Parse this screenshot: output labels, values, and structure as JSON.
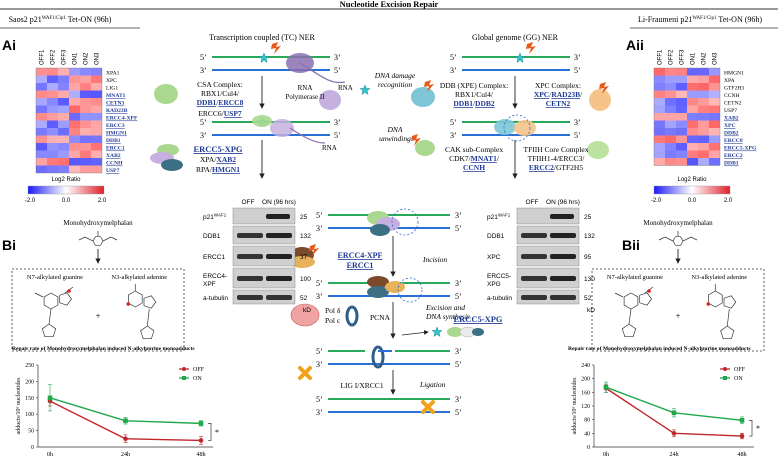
{
  "title": "Nucleotide Excision Repair",
  "left_header": {
    "main": "Saos2 p21",
    "sup": "WAF1/Cip1",
    "tail": " Tet-ON (96h)"
  },
  "right_header": {
    "main": "Li-Fraumeni p21",
    "sup": "WAF1/Cip1",
    "tail": " Tet-ON (96h)"
  },
  "panels": {
    "ai": "Ai",
    "aii": "Aii",
    "bi": "Bi",
    "bii": "Bii"
  },
  "heatmap_cols": [
    "OFF1",
    "OFF2",
    "OFF3",
    "ON1",
    "ON2",
    "ON3"
  ],
  "heatmap_left": {
    "genes": [
      "XPA1",
      "XPC",
      "LIG1",
      "MNAT1",
      "CETN3",
      "RAD23B",
      "ERCC4-XPF",
      "ERCC3",
      "HMGN1",
      "DDB1",
      "ERCC1",
      "XAB2",
      "CCNH",
      "USP7"
    ],
    "linked": [
      false,
      false,
      false,
      true,
      true,
      true,
      true,
      true,
      true,
      true,
      true,
      true,
      true,
      true
    ]
  },
  "heatmap_right": {
    "genes": [
      "HMGN1",
      "XPA",
      "GTF2H3",
      "CCNH",
      "CETN2",
      "USP7",
      "XAB2",
      "XPC",
      "DDB2",
      "ERCC8",
      "ERCC5-XPG",
      "ERCC2",
      "DDB1"
    ],
    "linked": [
      false,
      false,
      false,
      false,
      false,
      false,
      true,
      true,
      true,
      true,
      true,
      true,
      true
    ]
  },
  "colorbar": {
    "ticks": [
      "-2.0",
      "0.0",
      "2.0"
    ],
    "label": "Log2 Ratio",
    "low": "#1a1aff",
    "mid": "#ffffff",
    "high": "#e0202a"
  },
  "tc_ner": {
    "title": "Transcription coupled (TC) NER",
    "rna": "RNA",
    "rna2": "RNA",
    "pol": [
      "RNA",
      "Polymerase II"
    ],
    "csa": [
      "CSA Complex:",
      "RBX1/Cul4/",
      "DDB1",
      "/",
      "ERCC8"
    ],
    "erc6": [
      "ERCC6/",
      "USP7"
    ],
    "xpg": [
      "ERCC5-XPG",
      "XPA/",
      "XAB2",
      "RPA/",
      "HMGN1"
    ]
  },
  "gg_ner": {
    "title": "Global genome (GG) NER",
    "ddb": [
      "DDB (XPE) Complex:",
      "RBX1/Cul4/",
      "DDB1",
      "/",
      "DDB2"
    ],
    "xpc": [
      "XPC Complex:",
      "XPC",
      "/",
      "RAD23B",
      "/",
      "CETN2"
    ],
    "cak": [
      "CAK sub-Complex",
      "CDK7/",
      "MNAT1",
      "/",
      "CCNH"
    ],
    "tfiih": [
      "TFIIH Core Complex",
      "TFIIH1-4/ERCC3/",
      "ERCC2",
      "/GTF2H5"
    ]
  },
  "step_labels": {
    "damage": [
      "DNA damage",
      "recognition"
    ],
    "unwinding": [
      "DNA",
      "unwinding"
    ],
    "incision": "Incision",
    "excision": [
      "Excision and",
      "DNA synthesis"
    ],
    "ligation": "Ligation"
  },
  "center_labels": {
    "ercc4": "ERCC4-XPF",
    "ercc1": "ERCC1",
    "pold": "Pol δ",
    "pole": "Pol ε",
    "pcna": "PCNA",
    "xpg": "ERCC5-XPG",
    "lig": "LIG I/XRCC1"
  },
  "strand_ends": {
    "five": "5’",
    "three": "3’"
  },
  "western_left": {
    "header": [
      "OFF",
      "ON (96 hrs)"
    ],
    "rows": [
      {
        "label": "p21",
        "sup": "WAF1",
        "kd": "25"
      },
      {
        "label": "DDB1",
        "sup": "",
        "kd": "132"
      },
      {
        "label": "ERCC1",
        "sup": "",
        "kd": "37"
      },
      {
        "label": "ERCC4-",
        "label2": "XPF",
        "sup": "",
        "kd": "100"
      },
      {
        "label": "a-tubulin",
        "sup": "",
        "kd": "52"
      }
    ],
    "unit": "kD"
  },
  "western_right": {
    "header": [
      "OFF",
      "ON (96 hrs)"
    ],
    "rows": [
      {
        "label": "p21",
        "sup": "WAF1",
        "kd": "25"
      },
      {
        "label": "DDB1",
        "sup": "",
        "kd": "132"
      },
      {
        "label": "XPC",
        "sup": "",
        "kd": "95"
      },
      {
        "label": "ERCC5-",
        "label2": "XPG",
        "sup": "",
        "kd": "130"
      },
      {
        "label": "a-tubulin",
        "sup": "",
        "kd": "52"
      }
    ],
    "unit": "kD"
  },
  "chem": {
    "drug": "Monohydroxymelphalan",
    "n7": "N7-alkylated guanine",
    "n3": "N3-alkylated adenine",
    "plus": "+"
  },
  "chart_title": "Repair rate of Monohydroxymelphalan induced N-alkylpurine monoadducts",
  "chart_data": [
    {
      "type": "line",
      "categories": [
        "0h",
        "24h",
        "48h"
      ],
      "ylim": [
        0,
        250
      ],
      "yticks": [
        0,
        50,
        100,
        150,
        200,
        250
      ],
      "ylabel": "adducts/10⁶ nucleotides",
      "significance": "*",
      "series": [
        {
          "name": "OFF",
          "color": "#c0272d",
          "values": [
            140,
            25,
            20
          ],
          "err": [
            15,
            12,
            12
          ]
        },
        {
          "name": "ON",
          "color": "#20a84a",
          "values": [
            150,
            80,
            72
          ],
          "err": [
            40,
            10,
            8
          ]
        }
      ]
    },
    {
      "type": "line",
      "categories": [
        "0h",
        "24h",
        "48h"
      ],
      "ylim": [
        0,
        240
      ],
      "yticks": [
        0,
        40,
        80,
        120,
        160,
        200,
        240
      ],
      "ylabel": "adducts/10⁶ nucleotides",
      "significance": "*",
      "series": [
        {
          "name": "OFF",
          "color": "#c0272d",
          "values": [
            172,
            40,
            32
          ],
          "err": [
            12,
            10,
            8
          ]
        },
        {
          "name": "ON",
          "color": "#20a84a",
          "values": [
            175,
            100,
            78
          ],
          "err": [
            15,
            12,
            10
          ]
        }
      ]
    }
  ]
}
